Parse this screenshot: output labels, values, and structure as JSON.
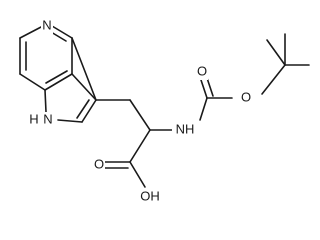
{
  "structure": {
    "labels": {
      "pyridine_n": "N",
      "pyrrole_nh": "N",
      "pyrrole_h": "H",
      "carbamate_nh": "NH",
      "carbonyl_o": "O",
      "ester_o": "O",
      "acid_carbonyl_o": "O",
      "hydroxyl": "OH"
    },
    "colors": {
      "ink": "#1a1a1a",
      "background": "#ffffff"
    }
  }
}
